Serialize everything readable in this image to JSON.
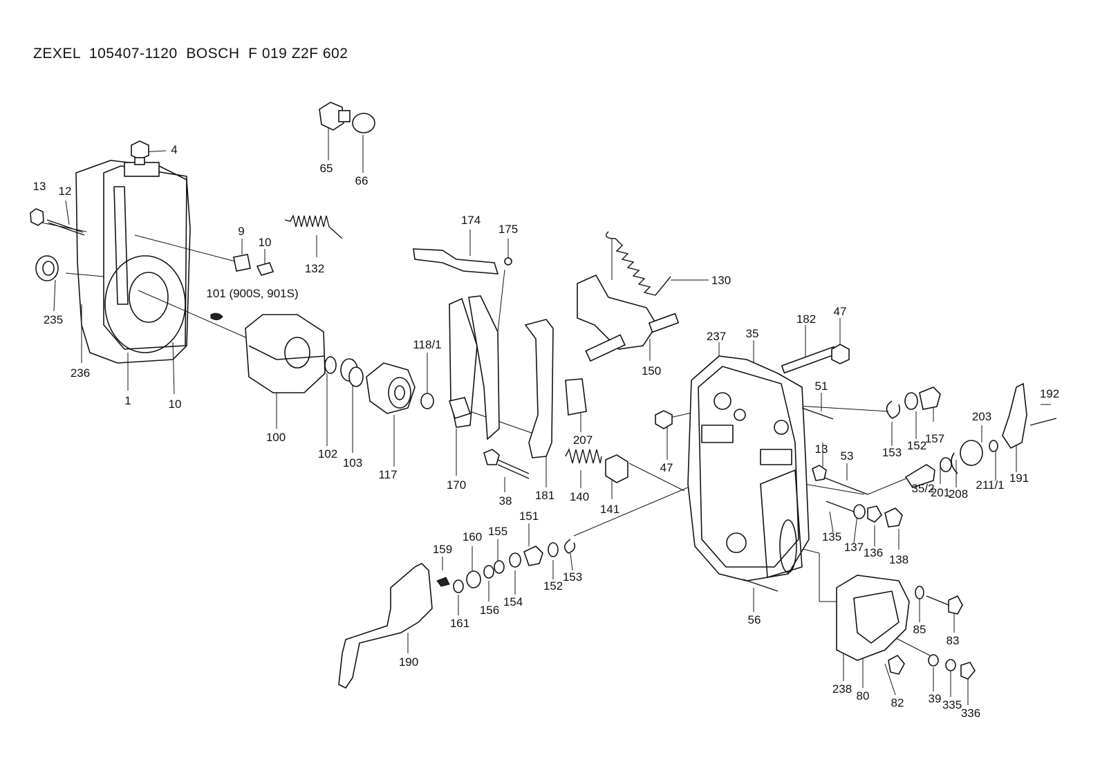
{
  "header": {
    "title": "ZEXEL  105407-1120  BOSCH  F 019 Z2F 602"
  },
  "labels": {
    "l4": "4",
    "l13a": "13",
    "l12": "12",
    "l235": "235",
    "l236": "236",
    "l1": "1",
    "l10a": "10",
    "l9": "9",
    "l10b": "10",
    "l101": "101 (900S, 901S)",
    "l65": "65",
    "l66": "66",
    "l132": "132",
    "l100": "100",
    "l102": "102",
    "l103": "103",
    "l117": "117",
    "l118": "118/1",
    "l174": "174",
    "l175": "175",
    "l170": "170",
    "l38": "38",
    "l181": "181",
    "l207": "207",
    "l140": "140",
    "l141": "141",
    "l130": "130",
    "l150": "150",
    "l237": "237",
    "l35": "35",
    "l182": "182",
    "l47a": "47",
    "l47b": "47",
    "l51": "51",
    "l13b": "13",
    "l53": "53",
    "l153a": "153",
    "l152a": "152",
    "l157": "157",
    "l203": "203",
    "l192": "192",
    "l35_2": "35/2",
    "l201": "201",
    "l208": "208",
    "l211": "211/1",
    "l191": "191",
    "l135": "135",
    "l137": "137",
    "l136": "136",
    "l138": "138",
    "l56": "56",
    "l159": "159",
    "l160": "160",
    "l155": "155",
    "l151": "151",
    "l161": "161",
    "l156": "156",
    "l154": "154",
    "l152b": "152",
    "l153b": "153",
    "l190": "190",
    "l85": "85",
    "l83": "83",
    "l238": "238",
    "l80": "80",
    "l82": "82",
    "l39": "39",
    "l335": "335",
    "l336": "336"
  }
}
